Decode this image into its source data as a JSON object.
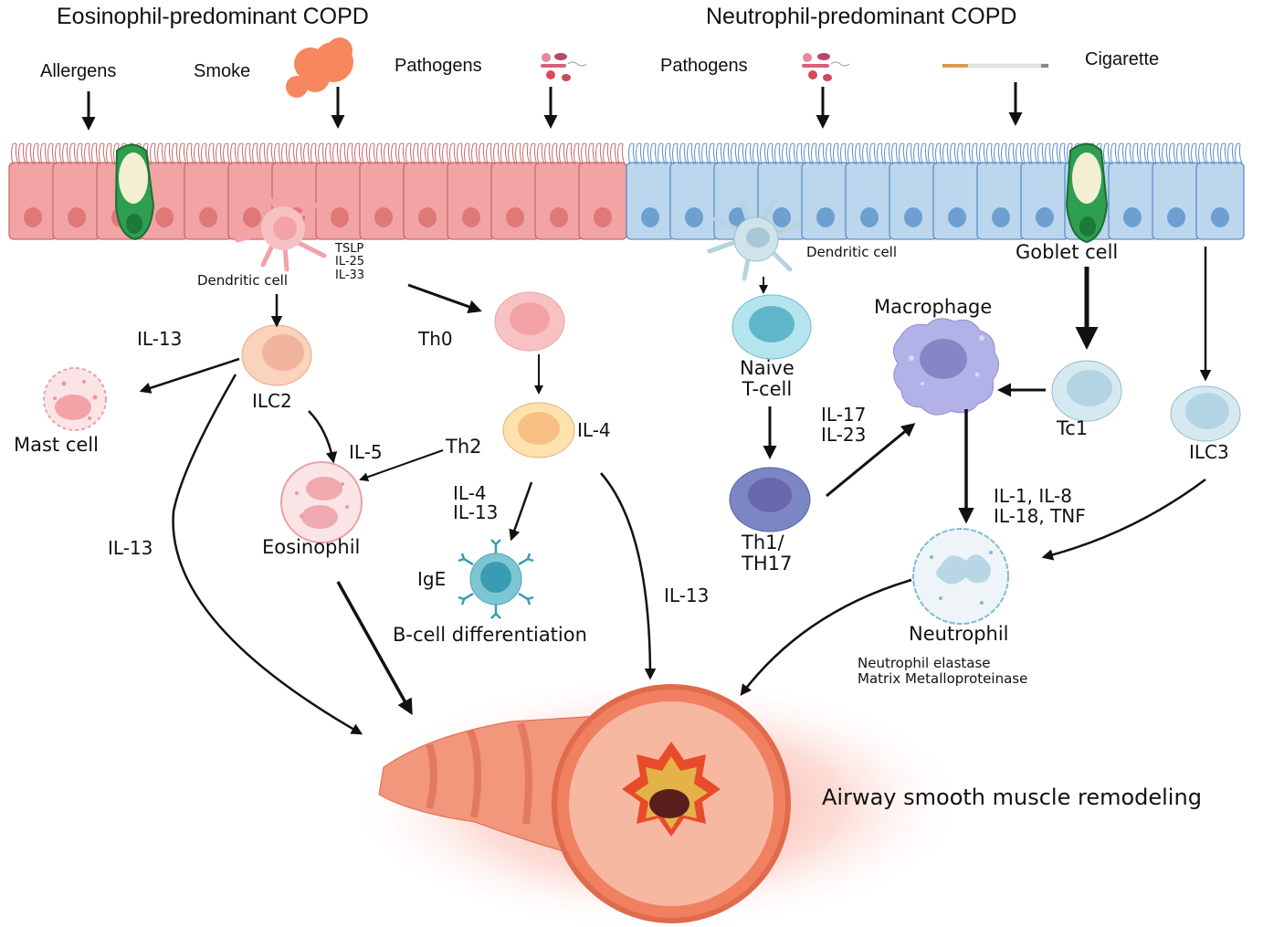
{
  "titles": {
    "left": "Eosinophil-predominant COPD",
    "right": "Neutrophil-predominant COPD"
  },
  "stimuli": {
    "allergens": "Allergens",
    "smoke": "Smoke",
    "pathogens_left": "Pathogens",
    "pathogens_right": "Pathogens",
    "cigarette": "Cigarette"
  },
  "cytokine_groups": {
    "epithelial": [
      "TSLP",
      "IL-25",
      "IL-33"
    ],
    "th2_to_bcell": [
      "IL-4",
      "IL-13"
    ],
    "th17_to_macrophage": [
      "IL-17",
      "IL-23"
    ],
    "macrophage_to_neutrophil": [
      "IL-1, IL-8",
      "IL-18, TNF"
    ],
    "neutrophil_products": [
      "Neutrophil elastase",
      "Matrix Metalloproteinase"
    ]
  },
  "cells": {
    "dendritic_left": "Dendritic cell",
    "dendritic_right": "Dendritic cell",
    "goblet": "Goblet cell",
    "ilc2": "ILC2",
    "th0": "Th0",
    "th2": "Th2",
    "mast": "Mast cell",
    "eosinophil": "Eosinophil",
    "ige": "IgE",
    "bcell": "B-cell differentiation",
    "naive": [
      "Naive",
      "T-cell"
    ],
    "th1_th17": [
      "Th1/",
      "TH17"
    ],
    "macrophage": "Macrophage",
    "tc1": "Tc1",
    "ilc3": "ILC3",
    "neutrophil": "Neutrophil"
  },
  "edge_labels": {
    "il13_mast": "IL-13",
    "il13_left": "IL-13",
    "il5": "IL-5",
    "il4": "IL-4",
    "il13_right": "IL-13"
  },
  "outcome": "Airway smooth muscle remodeling",
  "colors": {
    "eos_epithelium": "#f2a3a3",
    "eos_outline": "#c96a6a",
    "eos_nucleus": "#e07878",
    "neu_epithelium": "#bcd6ee",
    "neu_outline": "#5b8fc8",
    "neu_nucleus": "#6d9fd1",
    "goblet": "#2e9e50",
    "smoke": "#f6875f",
    "airway": "#f08a6e",
    "arrow": "#111111"
  }
}
